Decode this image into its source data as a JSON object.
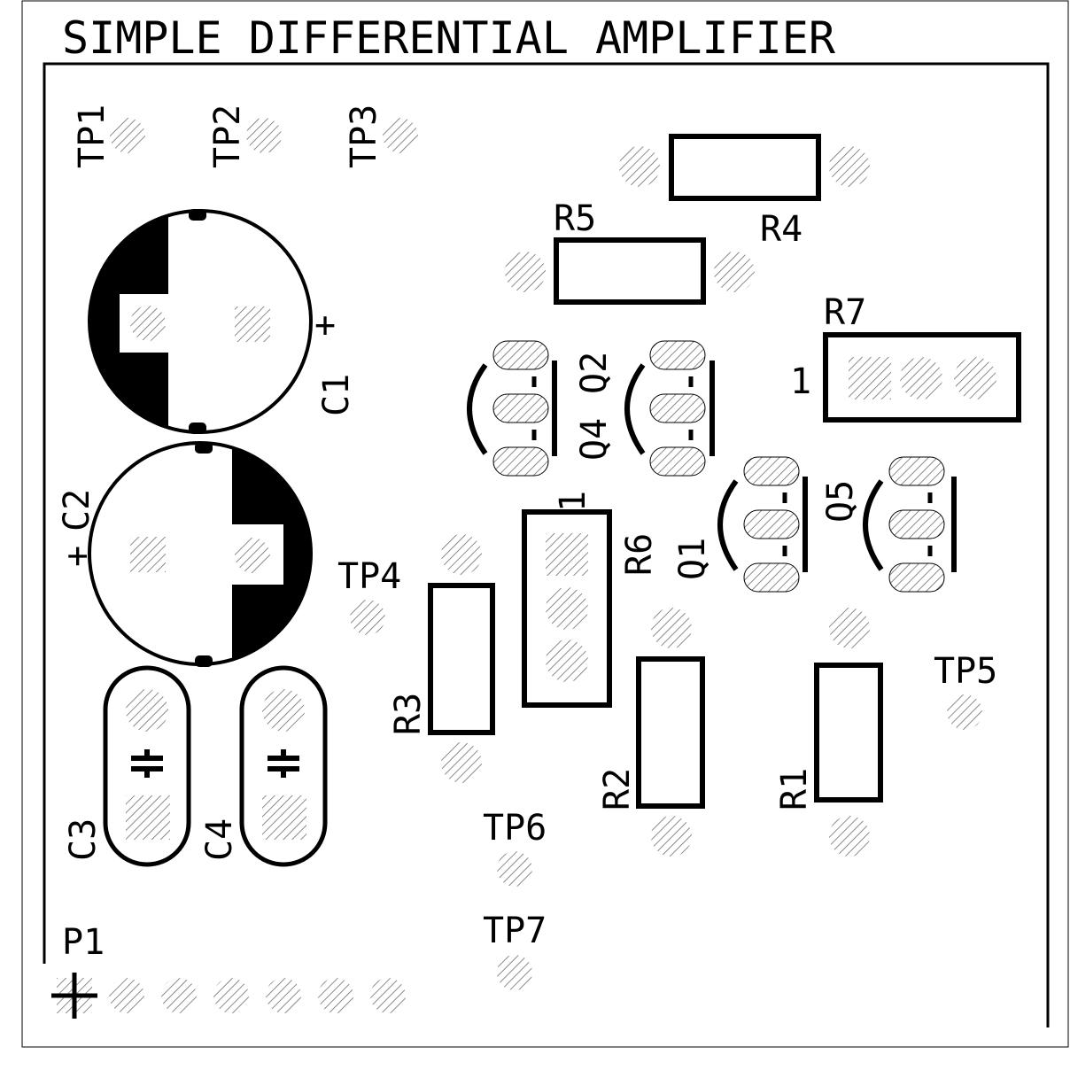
{
  "title": "SIMPLE DIFFERENTIAL AMPLIFIER",
  "labels": {
    "tp1": "TP1",
    "tp2": "TP2",
    "tp3": "TP3",
    "tp4": "TP4",
    "tp5": "TP5",
    "tp6": "TP6",
    "tp7": "TP7",
    "r1": "R1",
    "r2": "R2",
    "r3": "R3",
    "r4": "R4",
    "r5": "R5",
    "r6": "R6",
    "r7": "R7",
    "c1": "C1",
    "c2": "C2",
    "c3": "C3",
    "c4": "C4",
    "q1": "Q1",
    "q2": "Q2",
    "q4": "Q4",
    "q5": "Q5",
    "p1": "P1",
    "pin1_r7": "1",
    "pin1_r6": "1",
    "c1_plus": "+",
    "c2_plus": "+"
  },
  "colors": {
    "silkscreen": "#000000",
    "pad_hatch": "#6e6e6e",
    "background": "#ffffff"
  }
}
